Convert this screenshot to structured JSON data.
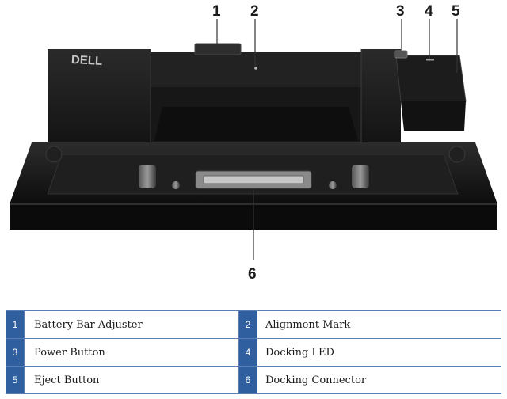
{
  "figure": {
    "brand_logo": "DELL",
    "callouts": [
      "1",
      "2",
      "3",
      "4",
      "5",
      "6"
    ]
  },
  "legend": [
    {
      "num": "1",
      "label": "Battery Bar Adjuster",
      "num2": "2",
      "label2": "Alignment Mark"
    },
    {
      "num": "3",
      "label": "Power Button",
      "num2": "4",
      "label2": "Docking LED"
    },
    {
      "num": "5",
      "label": "Eject Button",
      "num2": "6",
      "label2": "Docking Connector"
    }
  ],
  "colors": {
    "legend_accent": "#2f5f9f",
    "legend_border": "#5b7fb3"
  }
}
